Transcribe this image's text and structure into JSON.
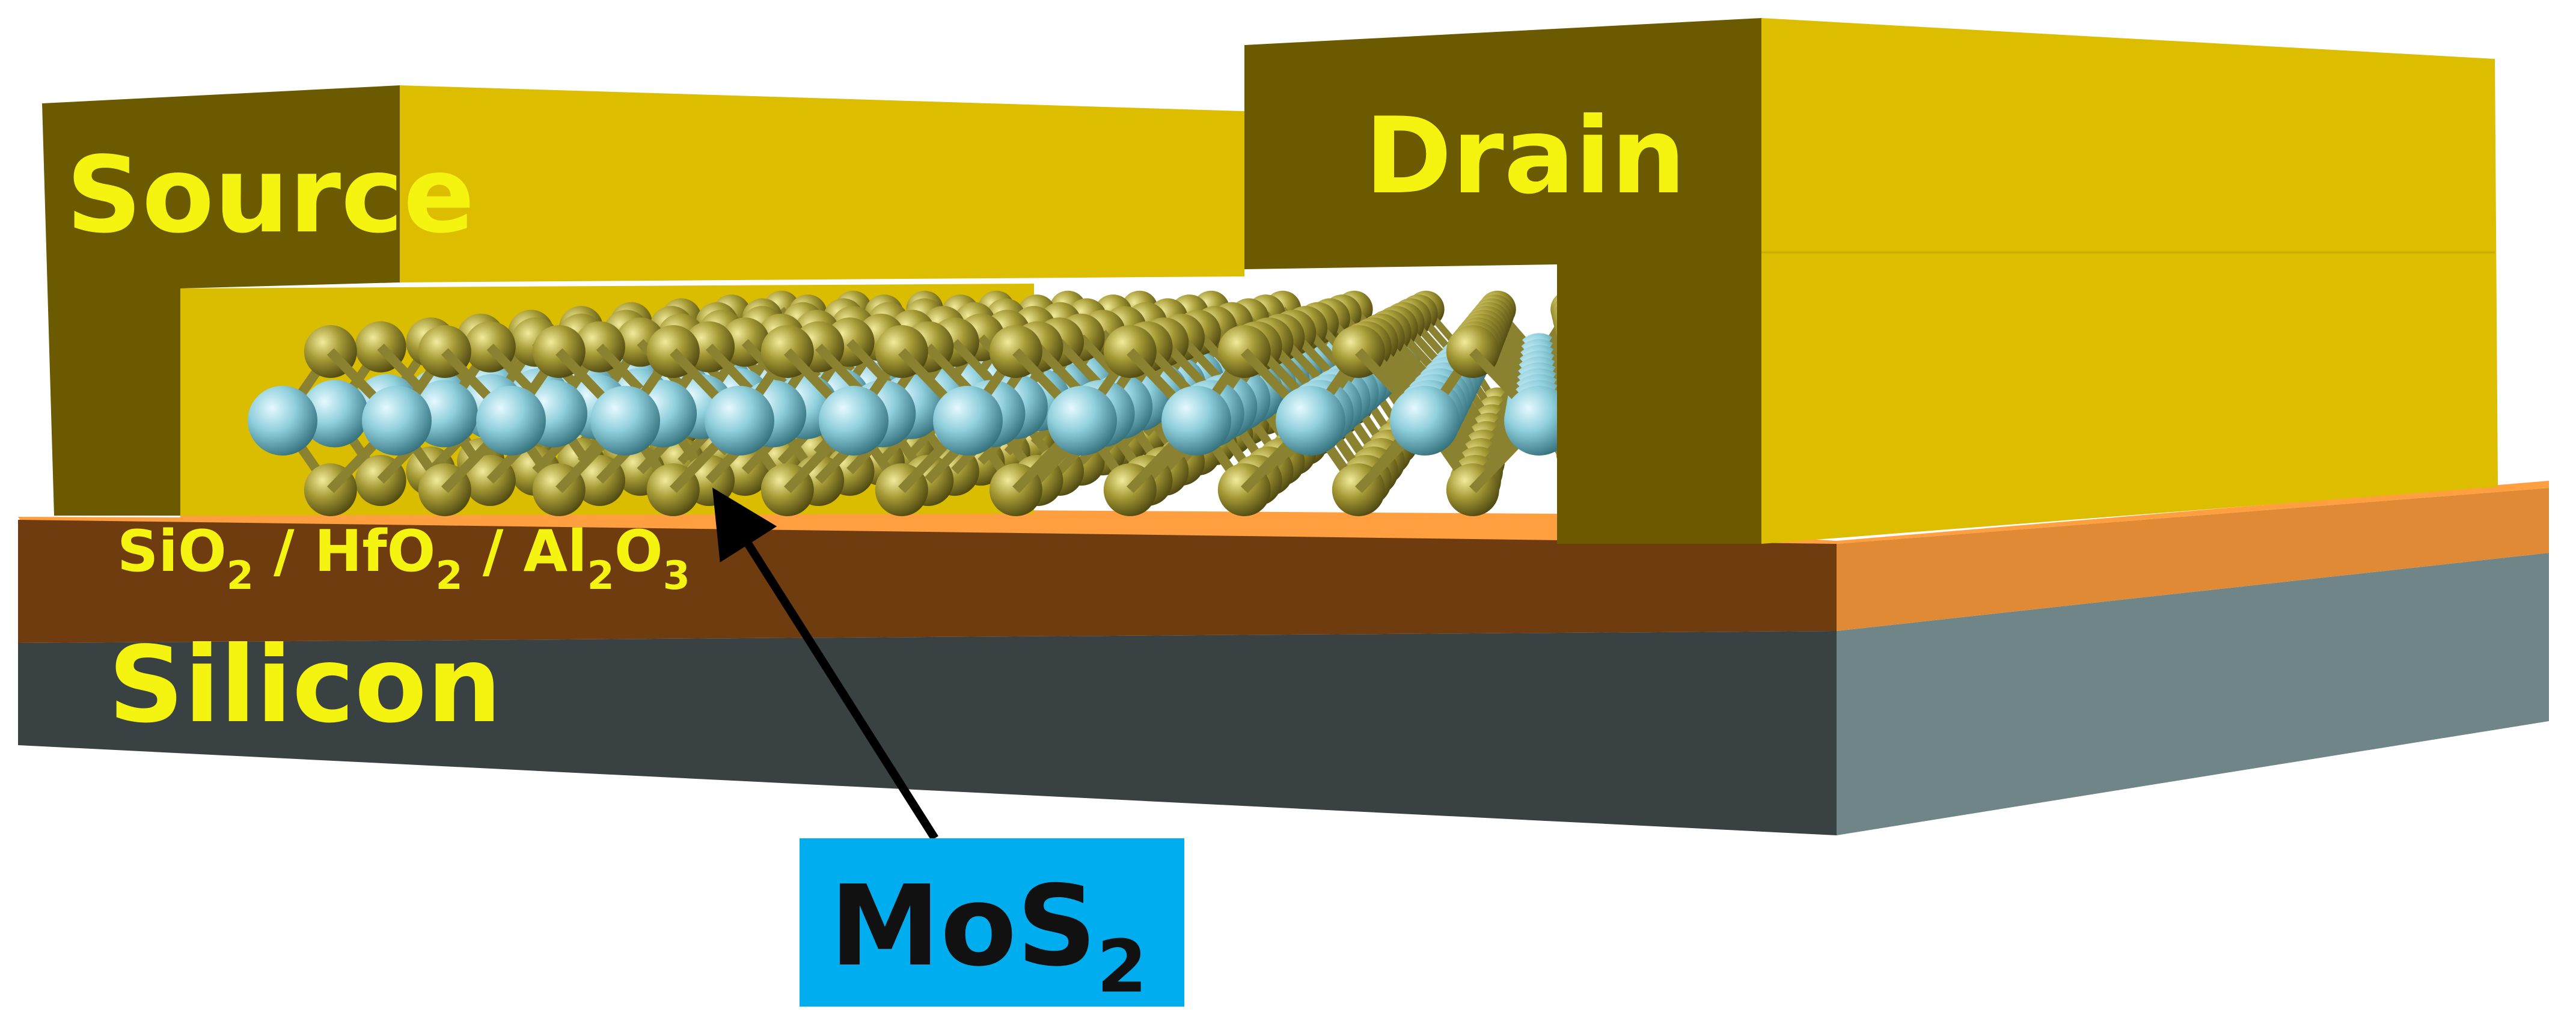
{
  "labels": {
    "source": "Source",
    "drain": "Drain",
    "silicon": "Silicon",
    "dielectric": {
      "parts": [
        {
          "base": "SiO",
          "sub": "2"
        },
        {
          "base": " / HfO",
          "sub": "2"
        },
        {
          "base": " / Al",
          "sub": "2"
        },
        {
          "base": "O",
          "sub": "3"
        }
      ]
    },
    "channel": {
      "base": "MoS",
      "sub": "2"
    }
  },
  "colors": {
    "gold_front": "#6b5a00",
    "gold_top": "#dcbd00",
    "gold_inner": "#dbbd00",
    "oxide_front": "#6f3c10",
    "oxide_top": "#ff9f40",
    "oxide_side": "#e08a35",
    "silicon_front": "#394143",
    "silicon_side": "#6f8587",
    "mo_atom": "#8fcfdc",
    "s_atom": "#a59a35",
    "label_yellow": "#f4f410",
    "callout_box": "#00aeef",
    "arrow": "#000000"
  }
}
